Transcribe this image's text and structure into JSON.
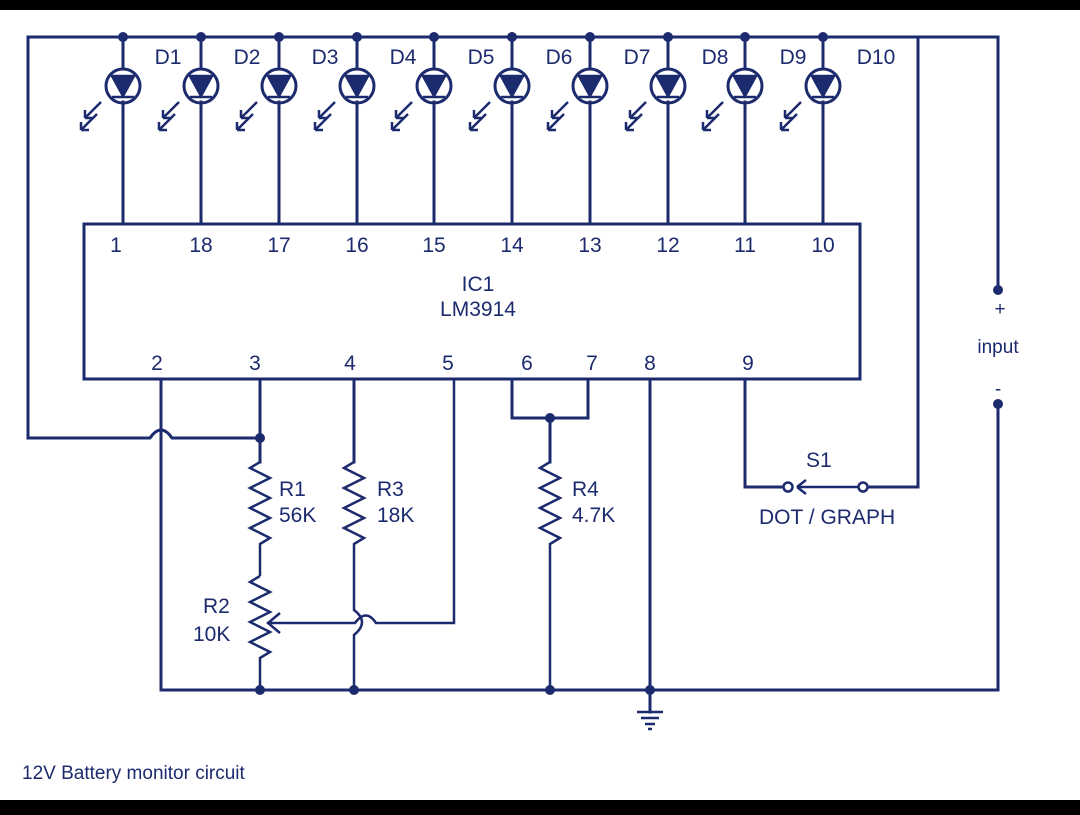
{
  "ic": {
    "ref": "IC1",
    "part": "LM3914"
  },
  "top_pins": [
    "1",
    "18",
    "17",
    "16",
    "15",
    "14",
    "13",
    "12",
    "11",
    "10"
  ],
  "bottom_pins": [
    "2",
    "3",
    "4",
    "5",
    "6",
    "7",
    "8",
    "9"
  ],
  "leds": [
    "D1",
    "D2",
    "D3",
    "D4",
    "D5",
    "D6",
    "D7",
    "D8",
    "D9",
    "D10"
  ],
  "r1": {
    "ref": "R1",
    "value": "56K"
  },
  "r2": {
    "ref": "R2",
    "value": "10K"
  },
  "r3": {
    "ref": "R3",
    "value": "18K"
  },
  "r4": {
    "ref": "R4",
    "value": "4.7K"
  },
  "switch": {
    "ref": "S1",
    "label": "DOT / GRAPH"
  },
  "input": {
    "plus": "+",
    "label": "input",
    "minus": "-"
  },
  "caption": "12V Battery monitor circuit",
  "colors": {
    "ink": "#1c2a6e",
    "background": "#ffffff",
    "border": "#000000"
  }
}
